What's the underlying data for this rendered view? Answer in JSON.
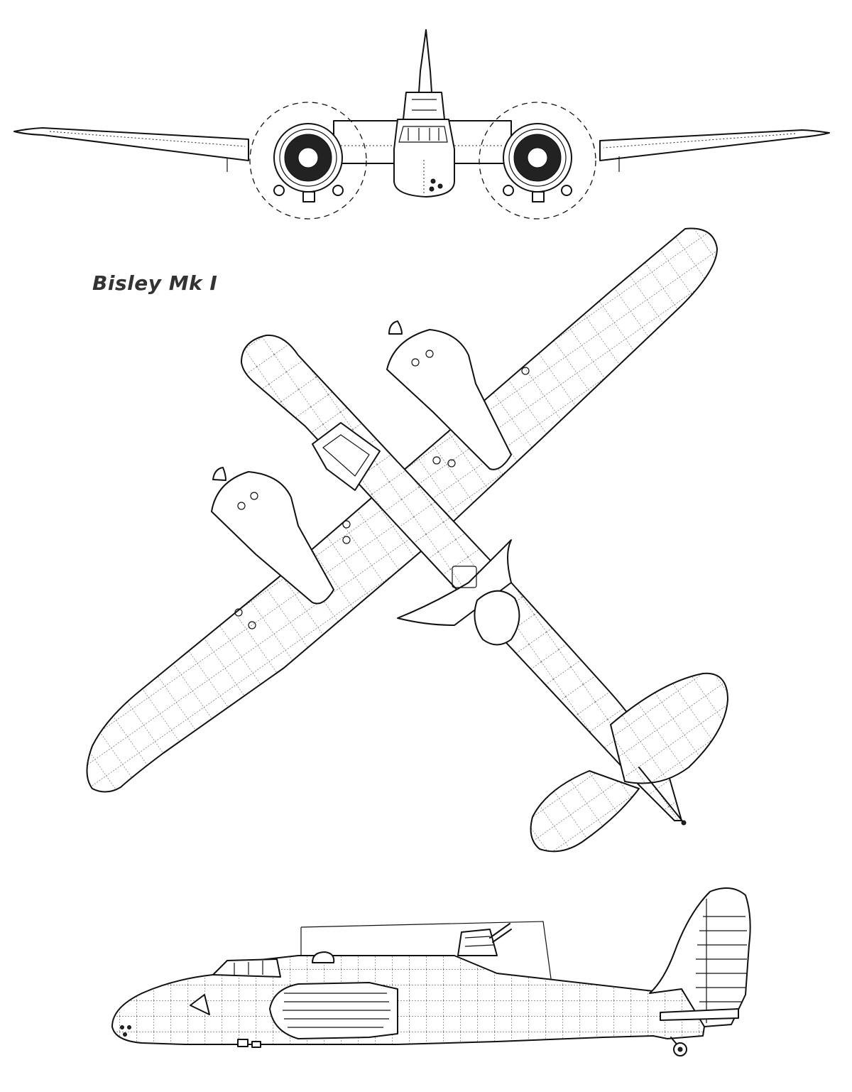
{
  "title": "Bisley Mk I",
  "views": [
    {
      "id": "front",
      "icon": "front-view-aircraft-drawing"
    },
    {
      "id": "plan",
      "icon": "plan-view-aircraft-drawing"
    },
    {
      "id": "side",
      "icon": "side-view-aircraft-drawing"
    }
  ],
  "colors": {
    "line": "#111111",
    "background": "#ffffff",
    "title": "#333333"
  }
}
